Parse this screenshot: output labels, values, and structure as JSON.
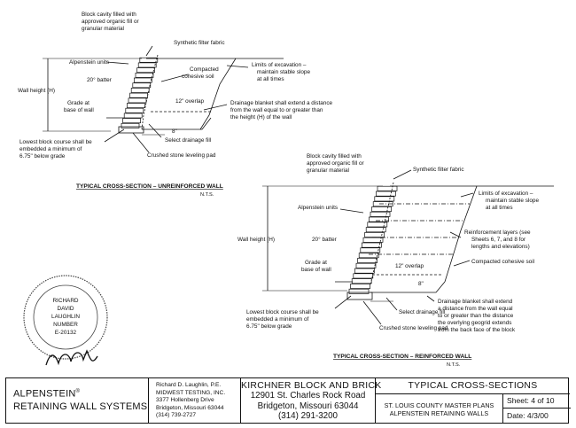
{
  "diagram1": {
    "title": "TYPICAL CROSS-SECTION – UNREINFORCED WALL",
    "scale": "N.T.S.",
    "labels": {
      "block_cavity": [
        "Block cavity filled with",
        "approved organic fill or",
        "granular material"
      ],
      "filter_fabric": "Synthetic filter fabric",
      "alpenstein_units": "Alpenstein units",
      "compacted": [
        "Compacted",
        "cohesive soil"
      ],
      "limits": [
        "Limits of excavation –",
        "maintain stable slope",
        "at all times"
      ],
      "batter": "20° batter",
      "wall_height": "Wall height (H)",
      "overlap": "12\" overlap",
      "drainage_blanket": [
        "Drainage blanket shall extend a distance",
        "from the wall equal to or greater than",
        "the height (H) of the wall"
      ],
      "grade": [
        "Grade at",
        "base of wall"
      ],
      "eight_in": "8\"",
      "select_fill": "Select drainage fill",
      "lowest_course": [
        "Lowest block course shall be",
        "embedded a minimum of",
        "6.75\" below grade"
      ],
      "leveling_pad": "Crushed stone leveling pad"
    }
  },
  "diagram2": {
    "title": "TYPICAL CROSS-SECTION – REINFORCED WALL",
    "scale": "N.T.S.",
    "labels": {
      "block_cavity": [
        "Block cavity filled with",
        "approved organic fill or",
        "granular material"
      ],
      "filter_fabric": "Synthetic filter fabric",
      "alpenstein_units": "Alpenstein units",
      "limits": [
        "Limits of excavation –",
        "maintain stable slope",
        "at all times"
      ],
      "wall_height": "Wall height (H)",
      "batter": "20° batter",
      "reinforcement": [
        "Reinforcement layers (see",
        "Sheets 6, 7, and 8 for",
        "lengths and elevations)"
      ],
      "grade": [
        "Grade at",
        "base of wall"
      ],
      "overlap": "12\" overlap",
      "compacted": "Compacted cohesive soil",
      "eight_in": "8\"",
      "drainage_blanket": [
        "Drainage blanket shall extend",
        "a distance from the wall equal",
        "to or greater than the distance",
        "the overlying geogrid extends",
        "from the back face of the block"
      ],
      "select_fill": "Select drainage fill",
      "lowest_course": [
        "Lowest block course shall be",
        "embedded a minimum of",
        "6.75\" below grade"
      ],
      "leveling_pad": "Crushed stone leveling pad"
    }
  },
  "seal": {
    "text": [
      "RICHARD",
      "DAVID",
      "LAUGHLIN",
      "NUMBER",
      "E-20132"
    ]
  },
  "title_block": {
    "system": [
      "ALPENSTEIN",
      "RETAINING WALL SYSTEMS"
    ],
    "registered": "®",
    "engineer": [
      "Richard D. Laughlin, P.E.",
      "MIDWEST TESTING, INC.",
      "3377 Hollenberg Drive",
      "Bridgeton, Missouri  63044",
      "(314) 739-2727"
    ],
    "company": [
      "KIRCHNER BLOCK AND BRICK",
      "12901 St. Charles Rock Road",
      "Bridgeton, Missouri  63044",
      "(314) 291-3200"
    ],
    "sheet_title": "TYPICAL CROSS-SECTIONS",
    "plans": [
      "ST. LOUIS COUNTY MASTER PLANS",
      "ALPENSTEIN RETAINING WALLS"
    ],
    "sheet": "Sheet: 4 of 10",
    "date": "Date:  4/3/00"
  },
  "colors": {
    "ink": "#111111",
    "paper": "#ffffff"
  }
}
